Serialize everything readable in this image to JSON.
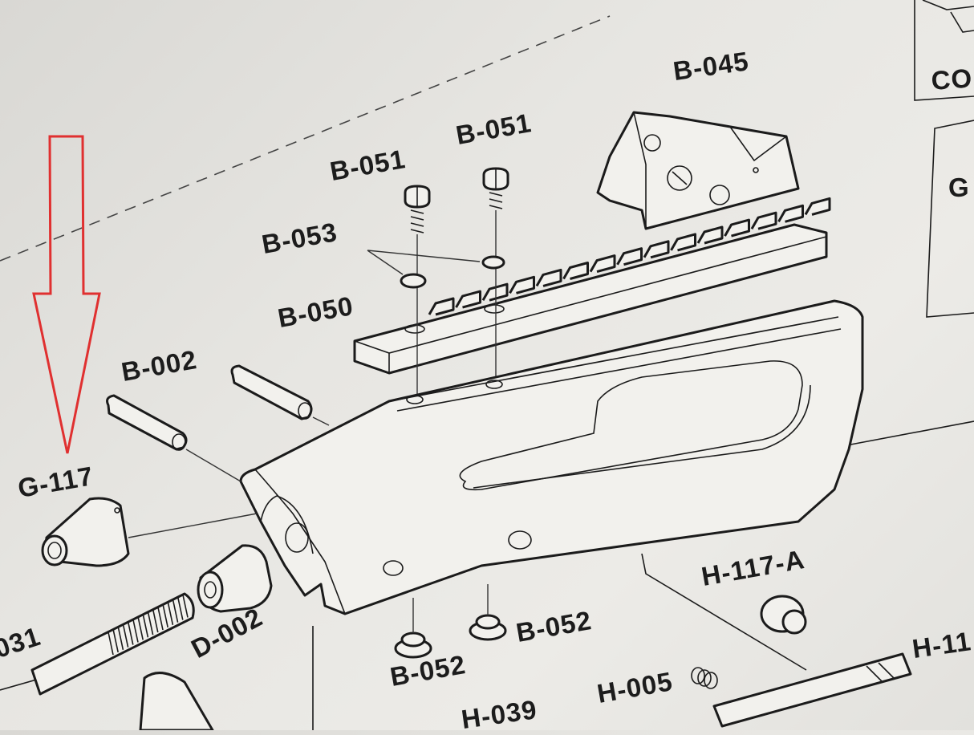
{
  "diagram": {
    "labels": {
      "b045": "B-045",
      "b051a": "B-051",
      "b051b": "B-051",
      "b053": "B-053",
      "b050": "B-050",
      "b002": "B-002",
      "g117": "G-117",
      "d002": "D-002",
      "b052a": "B-052",
      "b052b": "B-052",
      "h117a": "H-117-A",
      "h005": "H-005",
      "h039": "H-039",
      "h11": "H-11",
      "co": "CO",
      "g": "G",
      "n031": "031"
    },
    "colors": {
      "arrow": "#e03030",
      "ink": "#1b1b1b",
      "paper": "#ecebe7"
    },
    "icons": {
      "annotation": "red-arrow-down-icon"
    }
  }
}
